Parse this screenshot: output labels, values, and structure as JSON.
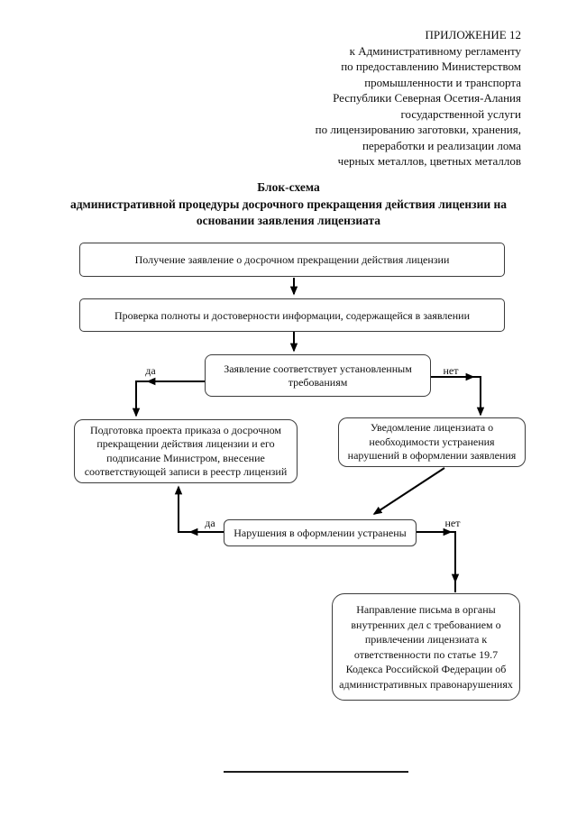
{
  "header": {
    "lines": [
      "ПРИЛОЖЕНИЕ 12",
      "к Административному регламенту",
      "по предоставлению Министерством",
      "промышленности и транспорта",
      "Республики Северная Осетия-Алания",
      "государственной услуги",
      "по лицензированию заготовки, хранения,",
      "переработки и реализации лома",
      "черных металлов, цветных металлов"
    ]
  },
  "title": {
    "lines": [
      "Блок-схема",
      "административной процедуры досрочного прекращения действия лицензии на",
      "основании заявления лицензиата"
    ]
  },
  "flowchart": {
    "boxes": {
      "receive": {
        "lines": [
          "Получение заявление о досрочном прекращении действия лицензии"
        ]
      },
      "check": {
        "lines": [
          "Проверка полноты и достоверности информации, содержащейся в заявлении"
        ]
      },
      "decision": {
        "lines": [
          "Заявление соответствует установленным",
          "требованиям"
        ]
      },
      "prepare": {
        "lines": [
          "Подготовка проекта приказа о досрочном",
          "прекращении действия лицензии и его",
          "подписание Министром, внесение",
          "соответствующей записи в реестр лицензий"
        ]
      },
      "notify": {
        "lines": [
          "Уведомление лицензиата о",
          "необходимости устранения",
          "нарушений в оформлении заявления"
        ]
      },
      "fixed": {
        "lines": [
          "Нарушения в оформлении устранены"
        ]
      },
      "letter": {
        "lines": [
          "Направление письма в органы",
          "внутренних дел с требованием о",
          "привлечении лицензиата к",
          "ответственности по статье 19.7",
          "Кодекса Российской Федерации об",
          "административных правонарушениях"
        ]
      }
    },
    "branch_labels": {
      "decision_yes": "да",
      "decision_no": "нет",
      "fixed_yes": "да",
      "fixed_no": "нет"
    },
    "colors": {
      "connector": "#000000",
      "box_border": "#3c3c3c",
      "text": "#101010",
      "background": "#ffffff"
    }
  }
}
